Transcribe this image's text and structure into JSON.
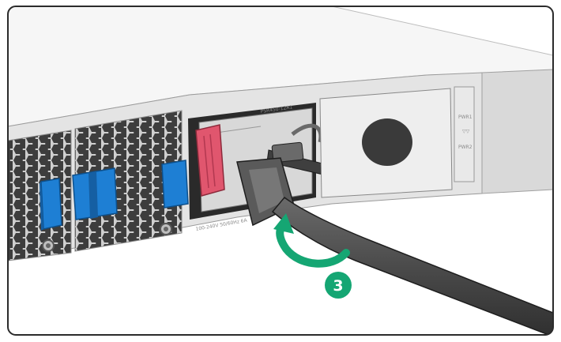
{
  "step_number": "3",
  "psu_model_label": "PSR450-12A1",
  "psu_rating_label": "100-240V 50/60Hz 6A",
  "slot_labels": {
    "pwr1": "PWR1",
    "pwr2": "PWR2"
  },
  "colors": {
    "frame_border": "#2b2b2b",
    "chassis_top": "#f4f4f4",
    "chassis_front": "#e6e6e6",
    "fan_dark": "#3a3a3a",
    "handle_blue": "#1e7fd4",
    "latch_red": "#e0566e",
    "cable": "#4a4a4a",
    "arrow_green": "#15a673",
    "badge_green": "#15a673"
  },
  "icons": [
    "curved-arrow-icon",
    "hex-vent-pattern"
  ]
}
